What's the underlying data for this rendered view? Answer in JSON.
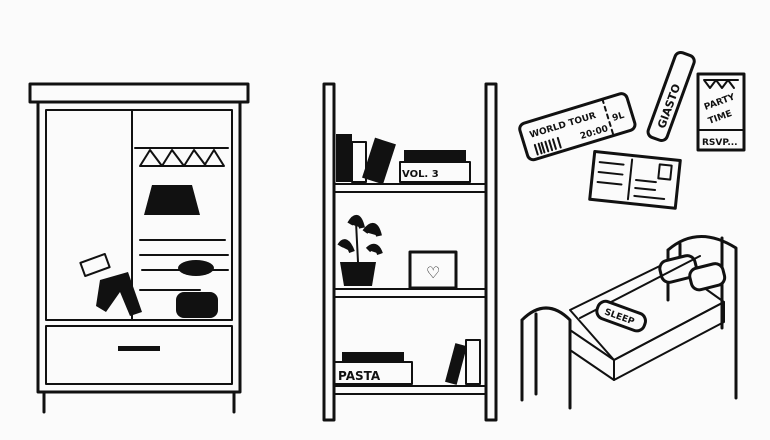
{
  "labels": {
    "book_volume": "VOL. 3",
    "box_label": "PASTA",
    "ticket_title": "WORLD TOUR",
    "ticket_time": "20:00",
    "ticket_stub": "9L",
    "wristband": "GIASTO",
    "party_line1": "PARTY",
    "party_line2": "TIME",
    "party_rsvp": "RSVP...",
    "sleep_mask": "SLEEP"
  },
  "colors": {
    "ink": "#111111",
    "paper": "#fbfbfb"
  }
}
